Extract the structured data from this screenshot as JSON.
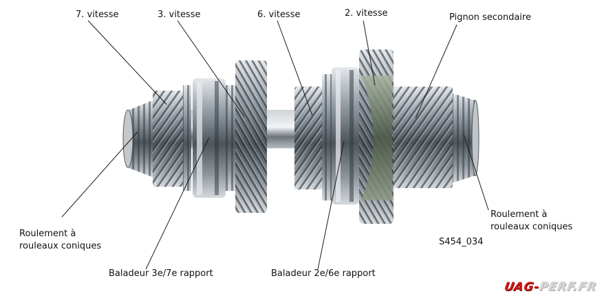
{
  "labels": {
    "gear7": "7. vitesse",
    "gear3": "3. vitesse",
    "gear6": "6. vitesse",
    "gear2": "2. vitesse",
    "pinion": "Pignon secondaire",
    "bearing_left": "Roulement à rouleaux coniques",
    "bearing_right": "Roulement à rouleaux coniques",
    "slider_37": "Baladeur 3e/7e rapport",
    "slider_26": "Baladeur 2e/6e rapport",
    "figure_code": "S454_034"
  },
  "watermark": {
    "prefix": "UAG",
    "sep": "-",
    "suffix": "PERF.FR"
  },
  "colors": {
    "steel": "#9aa3ab",
    "steel_dark": "#3c4349",
    "green_tint": "#5d6e58",
    "watermark_red": "#d01818"
  }
}
